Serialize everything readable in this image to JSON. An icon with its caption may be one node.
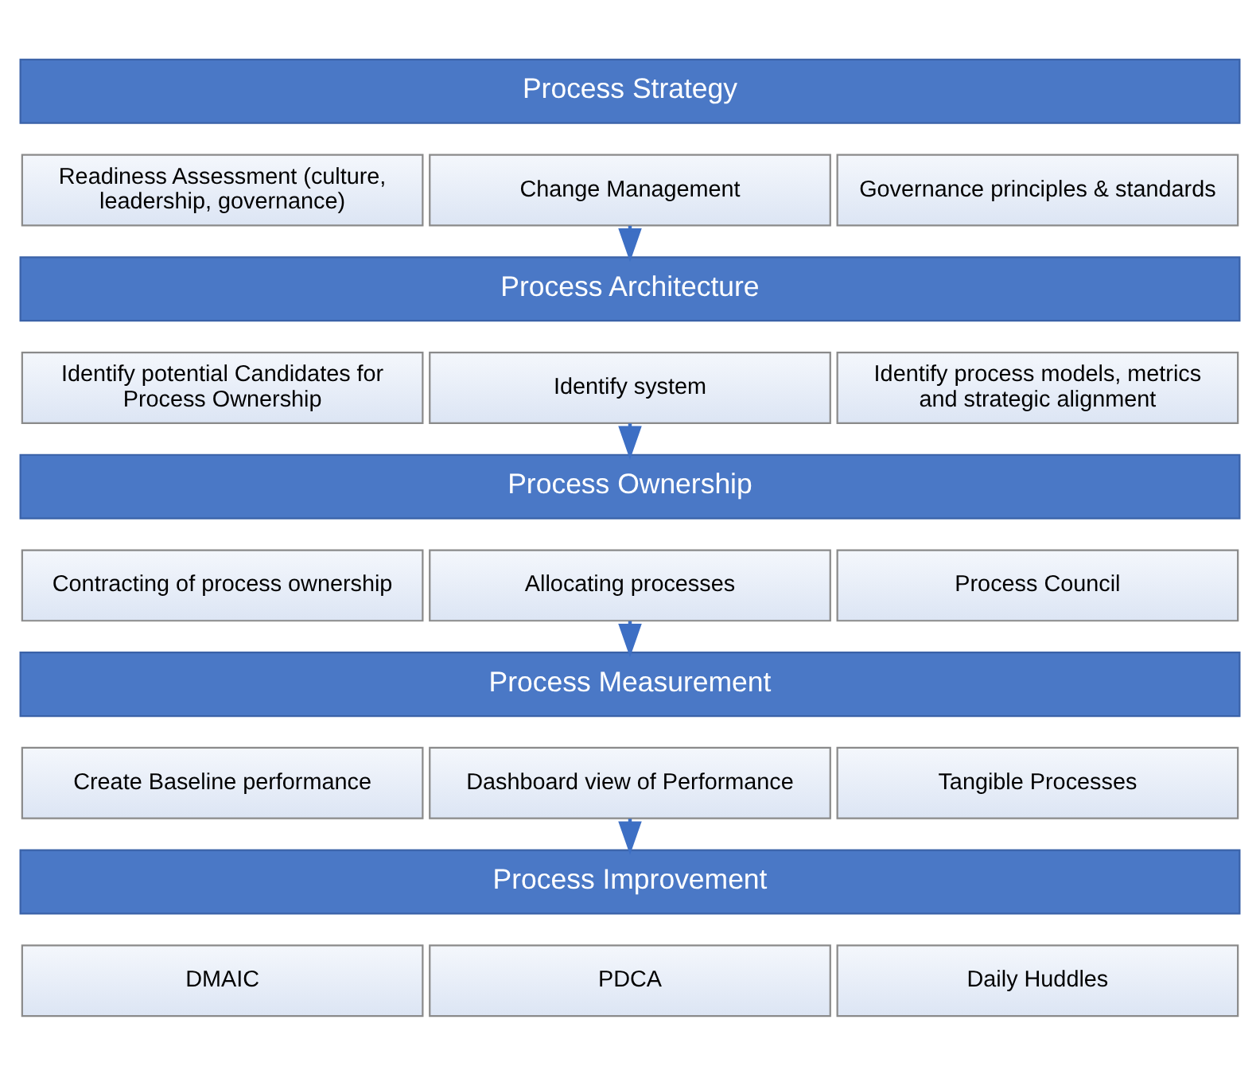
{
  "diagram": {
    "nodes": [
      {
        "text": [
          "Process Strategy"
        ]
      },
      {
        "text": [
          "Readiness Assessment (culture, leadership, governance)"
        ]
      },
      {
        "text": [
          "Change Management"
        ]
      },
      {
        "text": [
          "Governance principles & standards"
        ]
      },
      {
        "text": [
          "Process Architecture"
        ]
      },
      {
        "text": [
          "Identify potential Candidates for Process Ownership"
        ]
      },
      {
        "text": [
          "Identify system"
        ]
      },
      {
        "text": [
          "Identify process models, metrics and strategic alignment"
        ]
      },
      {
        "text": [
          "Process Ownership"
        ]
      },
      {
        "text": [
          "Contracting of process ownership"
        ]
      },
      {
        "text": [
          "Allocating processes"
        ]
      },
      {
        "text": [
          "Process Council"
        ]
      },
      {
        "text": [
          "Process Measurement"
        ]
      },
      {
        "text": [
          "Create Baseline performance"
        ]
      },
      {
        "text": [
          "Dashboard view of Performance"
        ]
      },
      {
        "text": [
          "Tangible Processes"
        ]
      },
      {
        "text": [
          "Process Improvement"
        ]
      },
      {
        "text": [
          "DMAIC"
        ]
      },
      {
        "text": [
          "PDCA"
        ]
      },
      {
        "text": [
          "Daily Huddles"
        ]
      }
    ],
    "edges": [
      {
        "from": 2,
        "to": 4,
        "arrow": "to"
      },
      {
        "from": 6,
        "to": 8,
        "arrow": "to"
      },
      {
        "from": 10,
        "to": 12,
        "arrow": "to"
      },
      {
        "from": 14,
        "to": 16,
        "arrow": "to"
      }
    ]
  }
}
